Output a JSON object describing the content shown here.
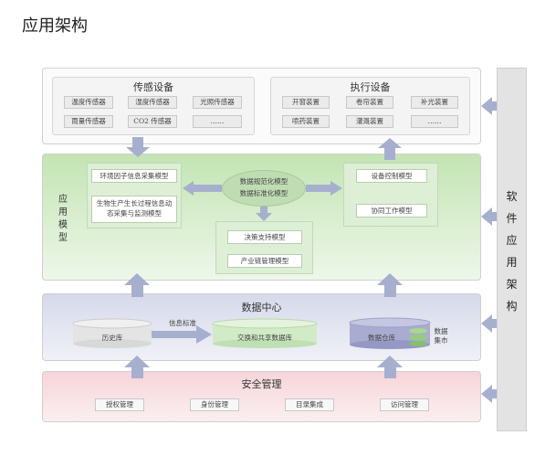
{
  "page_title": "应用架构",
  "side_label": [
    "软",
    "件",
    "应",
    "用",
    "架",
    "构"
  ],
  "sensors": {
    "title": "传感设备",
    "items": [
      "温度传感器",
      "湿度传感器",
      "光照传感器",
      "雨量传感器",
      "CO2 传感器",
      "……"
    ]
  },
  "actuators": {
    "title": "执行设备",
    "items": [
      "开窗装置",
      "卷帘装置",
      "补光装置",
      "喷药装置",
      "灌溉装置",
      "……"
    ]
  },
  "app_model": {
    "label": [
      "应",
      "用",
      "模",
      "型"
    ],
    "left": [
      "环境因子信息采集模型",
      "生物生产生长过程信息动态采集与监测模型"
    ],
    "center": [
      "数据规范化模型",
      "数据标准化模型"
    ],
    "bottom": [
      "决策支持模型",
      "产业链管理模型"
    ],
    "right": [
      "设备控制模型",
      "协同工作模型"
    ]
  },
  "data_center": {
    "title": "数据中心",
    "history": "历史库",
    "info_std": "信息标准",
    "exchange": "交换和共享数据库",
    "warehouse": "数据仓库",
    "datamart": [
      "数据",
      "集市"
    ]
  },
  "security": {
    "title": "安全管理",
    "items": [
      "授权管理",
      "身份管理",
      "目录集成",
      "访问管理"
    ]
  },
  "colors": {
    "arrow": "#a7afcf",
    "model_bg": "#cfe7c3",
    "data_bg": "#dfe2ee",
    "sec_bg": "#f9e0e3"
  }
}
